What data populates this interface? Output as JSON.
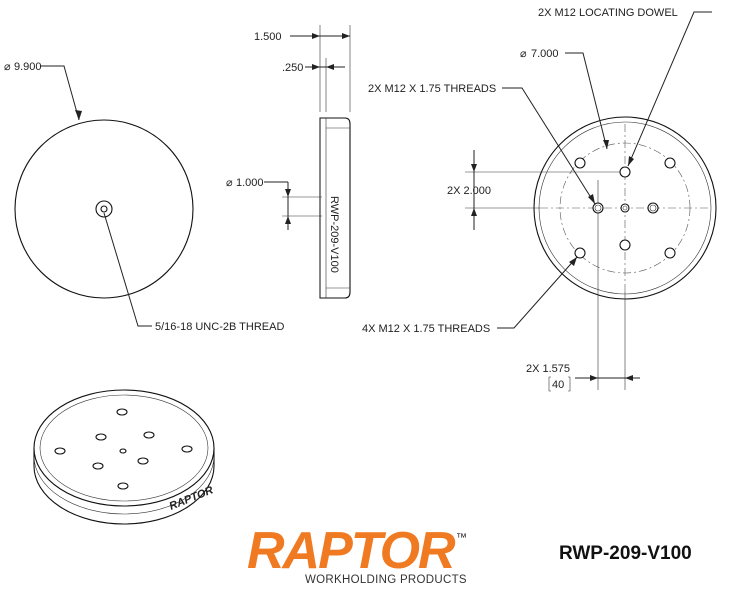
{
  "front_view": {
    "diameter_label": "9.900",
    "thread_label": "5/16-18 UNC-2B THREAD"
  },
  "side_view": {
    "thickness_label": "1.500",
    "lip_label": ".250",
    "bore_label": "1.000",
    "edge_text": "RWP-209-V100"
  },
  "top_view": {
    "dowel_label": "2X M12 LOCATING DOWEL",
    "bolt_circle_label": "7.000",
    "threads_2x_label": "2X M12 X 1.75 THREADS",
    "spacing_label": "2X 2.000",
    "threads_4x_label": "4X M12 X 1.75 THREADS",
    "offset_label": "2X 1.575",
    "offset_metric_label": "40"
  },
  "symbols": {
    "diameter": "⌀"
  },
  "brand": {
    "name": "RAPTOR",
    "trademark": "™",
    "tagline": "WORKHOLDING PRODUCTS",
    "accent_color": "#f07a22"
  },
  "part_number": "RWP-209-V100"
}
